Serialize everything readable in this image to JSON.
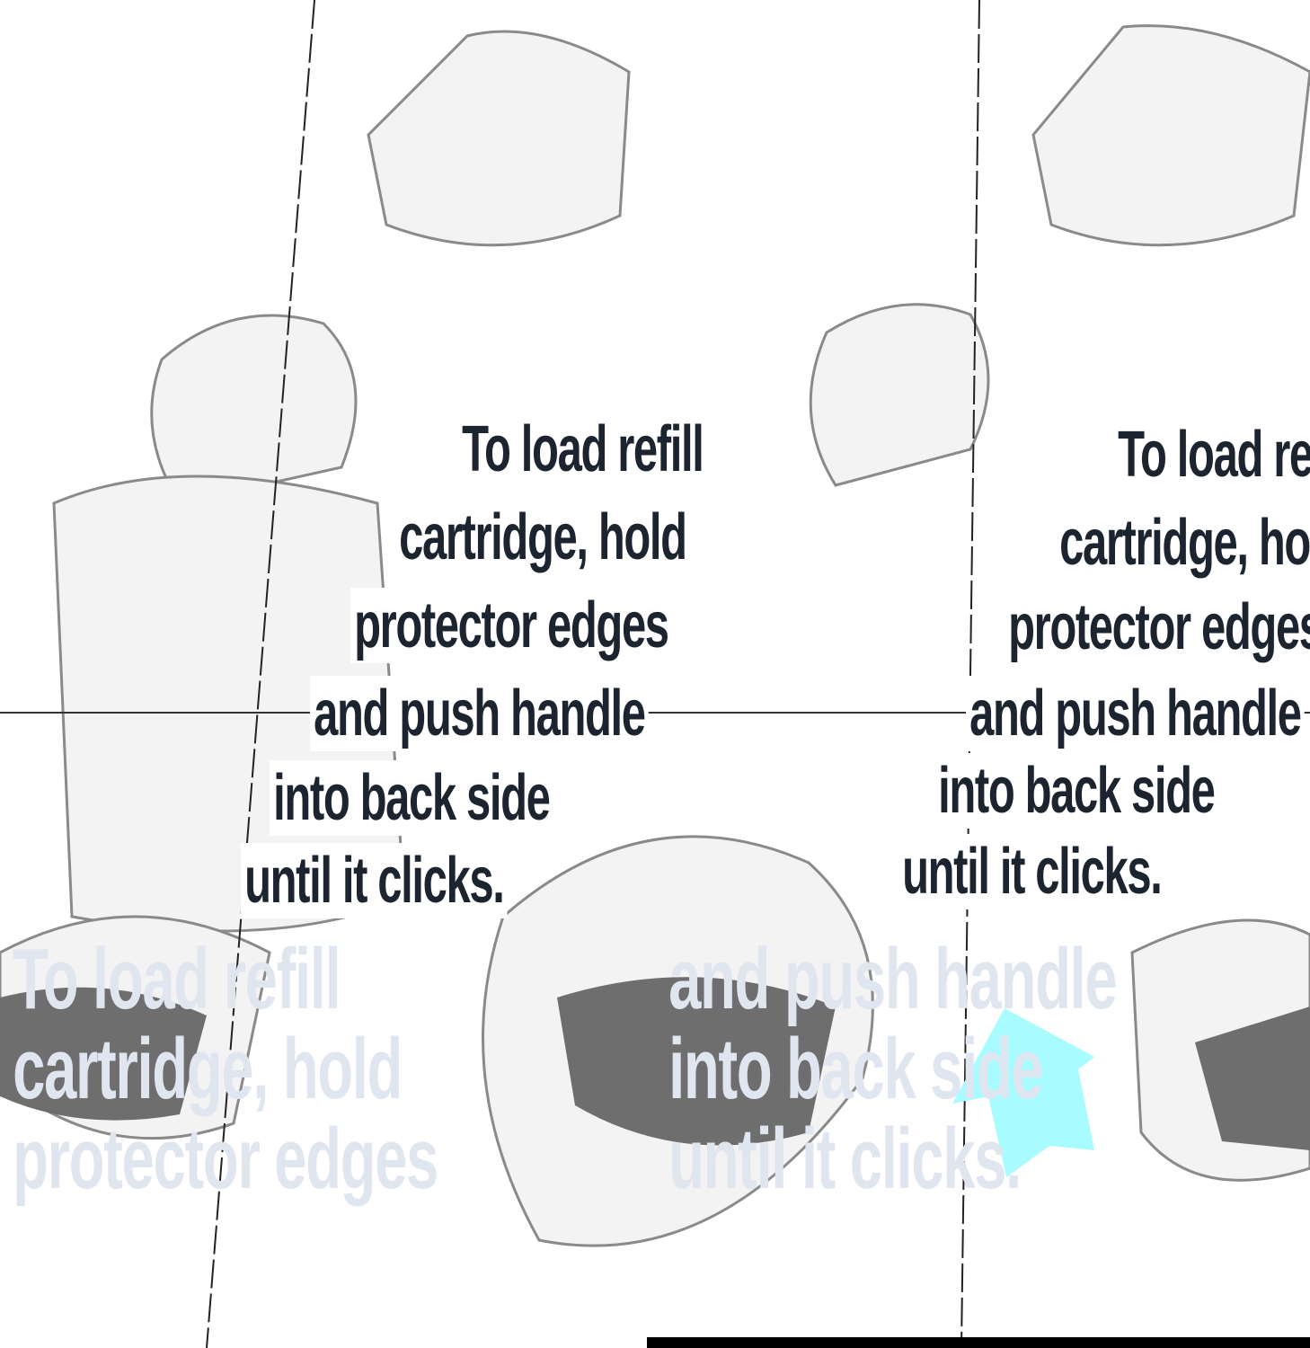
{
  "instruction": {
    "lines": [
      "To load refill",
      "cartridge, hold",
      "protector edges",
      "and push handle",
      "into back side",
      "until it clicks."
    ]
  },
  "colors": {
    "text": "#1c2430",
    "arrow": "#a8fbff",
    "sketch": "#9a9a9a"
  },
  "icons": {
    "arrow": "arrow-up-icon"
  }
}
